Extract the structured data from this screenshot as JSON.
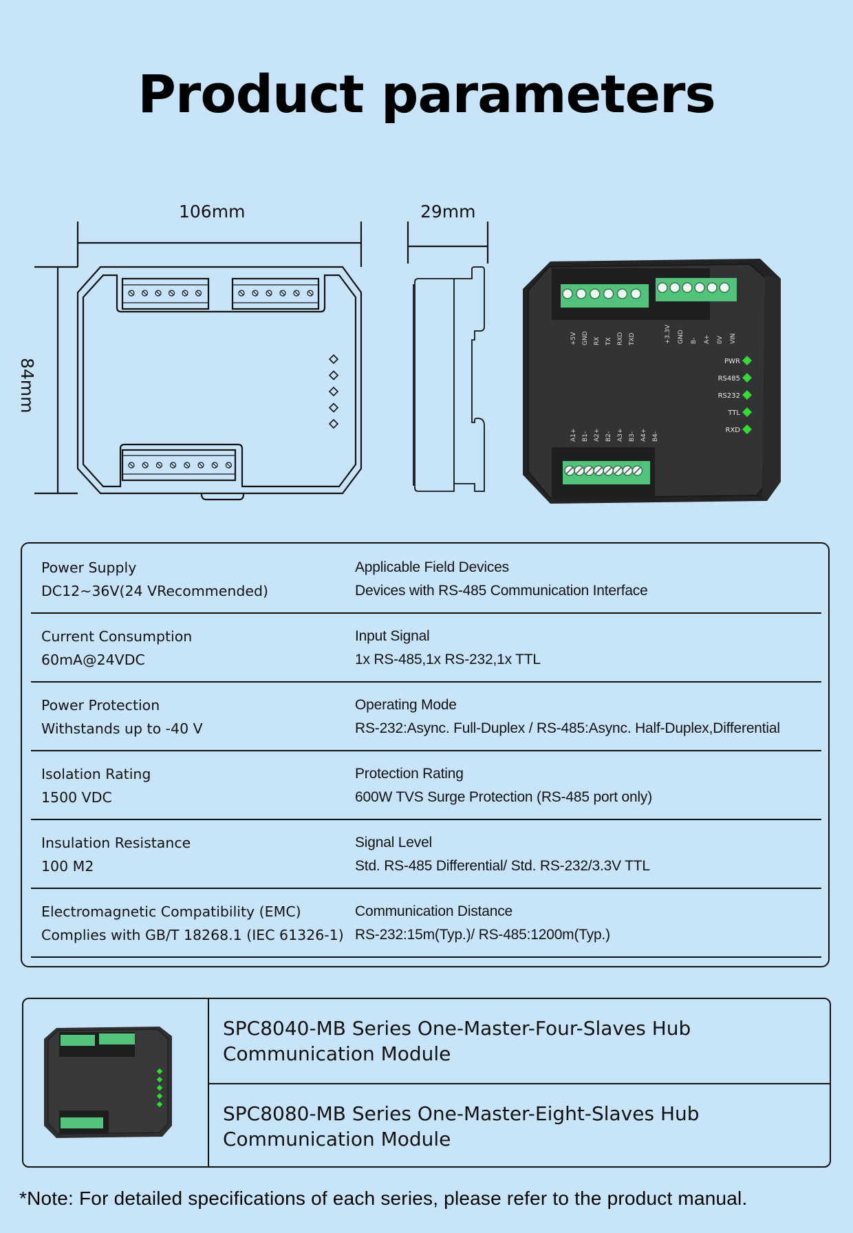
{
  "page": {
    "title": "Product parameters"
  },
  "dimensions": {
    "width": "106mm",
    "depth": "29mm",
    "height": "84mm"
  },
  "device_photo": {
    "top_left_terminal_labels": [
      "+5V",
      "GND",
      "RX",
      "TX",
      "RXD",
      "TXD"
    ],
    "top_right_terminal_labels": [
      "+3.3V",
      "GND",
      "B-",
      "A+",
      "0V",
      "VIN"
    ],
    "bottom_terminal_labels": [
      "A1+",
      "B1-",
      "A2+",
      "B2-",
      "A3+",
      "B3-",
      "A4+",
      "B4-"
    ],
    "indicators": [
      "PWR",
      "RS485",
      "RS232",
      "TTL",
      "RXD"
    ],
    "led_color": "#2ee02e",
    "terminal_color": "#4fc47a",
    "body_color": "#2d2d2f"
  },
  "specs": [
    {
      "left": {
        "label": "Power Supply",
        "value": "DC12~36V(24 VRecommended)"
      },
      "right": {
        "label": "Applicable Field Devices",
        "value": "Devices with RS-485 Communication Interface"
      }
    },
    {
      "left": {
        "label": "Current Consumption",
        "value": "60mA@24VDC"
      },
      "right": {
        "label": "Input Signal",
        "value": "1x RS-485,1x RS-232,1x TTL"
      }
    },
    {
      "left": {
        "label": "Power Protection",
        "value": "Withstands up to -40 V"
      },
      "right": {
        "label": "Operating Mode",
        "value": "RS-232:Async. Full-Duplex / RS-485:Async. Half-Duplex,Differential"
      }
    },
    {
      "left": {
        "label": "Isolation Rating",
        "value": "1500 VDC"
      },
      "right": {
        "label": "Protection Rating",
        "value": "600W TVS Surge Protection (RS-485 port only)"
      }
    },
    {
      "left": {
        "label": "Insulation Resistance",
        "value": "100 M2"
      },
      "right": {
        "label": "Signal Level",
        "value": "Std. RS-485 Differential/ Std. RS-232/3.3V TTL"
      }
    },
    {
      "left": {
        "label": "Electromagnetic Compatibility (EMC)",
        "value": "Complies with GB/T 18268.1 (IEC 61326-1)"
      },
      "right": {
        "label": "Communication Distance",
        "value": "RS-232:15m(Typ.)/ RS-485:1200m(Typ.)"
      }
    }
  ],
  "series": [
    {
      "name": "SPC8040-MB Series One-Master-Four-Slaves Hub",
      "line2": "Communication Module"
    },
    {
      "name": "SPC8080-MB Series One-Master-Eight-Slaves Hub",
      "line2": "Communication Module"
    }
  ],
  "note": "*Note: For detailed specifications of each series, please refer to the product manual."
}
